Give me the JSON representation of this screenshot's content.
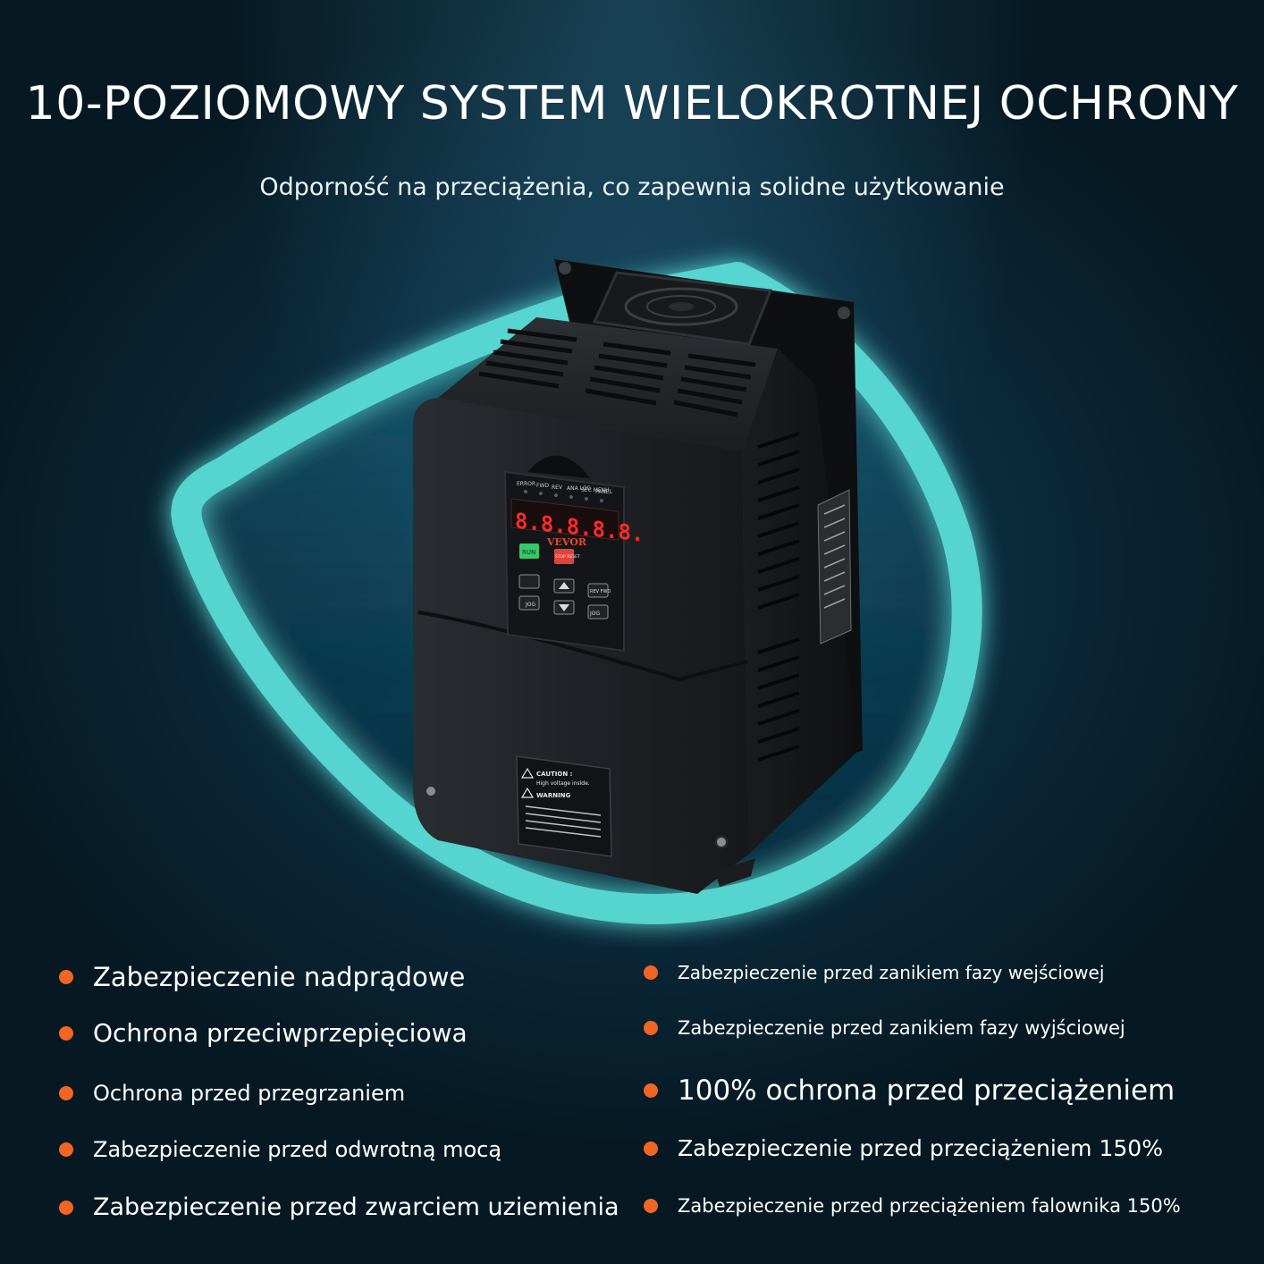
{
  "heading": "10-POZIOMOWY SYSTEM WIELOKROTNEJ OCHRONY",
  "subheading": "Odporność na przeciążenia, co zapewnia solidne użytkowanie",
  "device": {
    "brand": "VEVOR",
    "display_digits": "8.8.8.8.8.",
    "indicators": [
      "ERROR",
      "FWD",
      "REV",
      "ANA LOG",
      "SEC MENU",
      "PANEL"
    ],
    "keys": {
      "run": "RUN",
      "stop": "STOP RESET",
      "rev_fwd": "REV FWD",
      "jog": "JOG"
    },
    "warning_lines": [
      "CAUTION :",
      "High voltage inside.",
      "WARNING"
    ]
  },
  "features_left": [
    "Zabezpieczenie nadprądowe",
    "Ochrona przeciwprzepięciowa",
    "Ochrona przed przegrzaniem",
    "Zabezpieczenie przed odwrotną mocą",
    "Zabezpieczenie przed zwarciem uziemienia"
  ],
  "features_right": [
    "Zabezpieczenie przed zanikiem fazy wejściowej",
    "Zabezpieczenie przed zanikiem fazy wyjściowej",
    "100% ochrona przed przeciążeniem",
    "Zabezpieczenie przed przeciążeniem 150%",
    "Zabezpieczenie przed przeciążeniem falownika 150%"
  ],
  "colors": {
    "background": "#0d3347",
    "shield_glow": "#5ee7df",
    "bullet": "#f26522",
    "display_red": "#ff2a2a",
    "run_green": "#35c76a",
    "stop_red": "#e2423a"
  }
}
